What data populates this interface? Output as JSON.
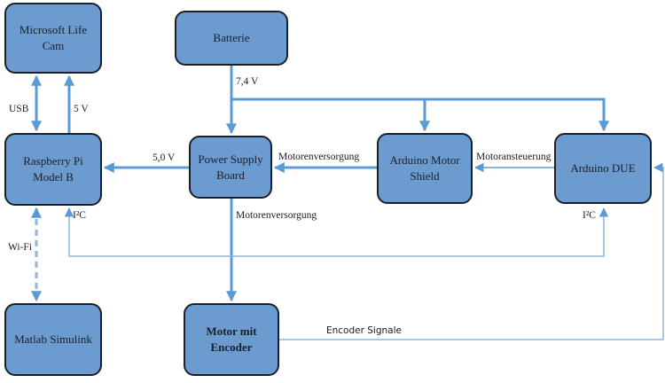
{
  "diagram": {
    "nodes": {
      "camera": {
        "label": "Microsoft Life Cam"
      },
      "raspberry": {
        "label": "Raspberry Pi Model B"
      },
      "matlab": {
        "label": "Matlab Simulink"
      },
      "battery": {
        "label": "Batterie"
      },
      "psu": {
        "label": "Power Supply Board"
      },
      "motor_shield": {
        "label": "Arduino Motor Shield"
      },
      "due": {
        "label": "Arduino DUE"
      },
      "motor": {
        "label": "Motor mit Encoder"
      }
    },
    "edge_labels": {
      "usb": "USB",
      "cam_power": "5 V",
      "battery_voltage": "7,4 V",
      "psu_to_pi": "5,0 V",
      "shield_to_psu": "Motorenversorgung",
      "due_to_shield": "Motoransteuerung",
      "psu_to_motor": "Motorenversorgung",
      "wifi": "Wi-Fi",
      "i2c_pi": "I²C",
      "i2c_due": "I²C",
      "encoder": "Encoder Signale"
    },
    "colors": {
      "box_fill": "#6c9bcf",
      "box_border": "#1a1f2b",
      "arrow": "#5b9bd5"
    }
  }
}
